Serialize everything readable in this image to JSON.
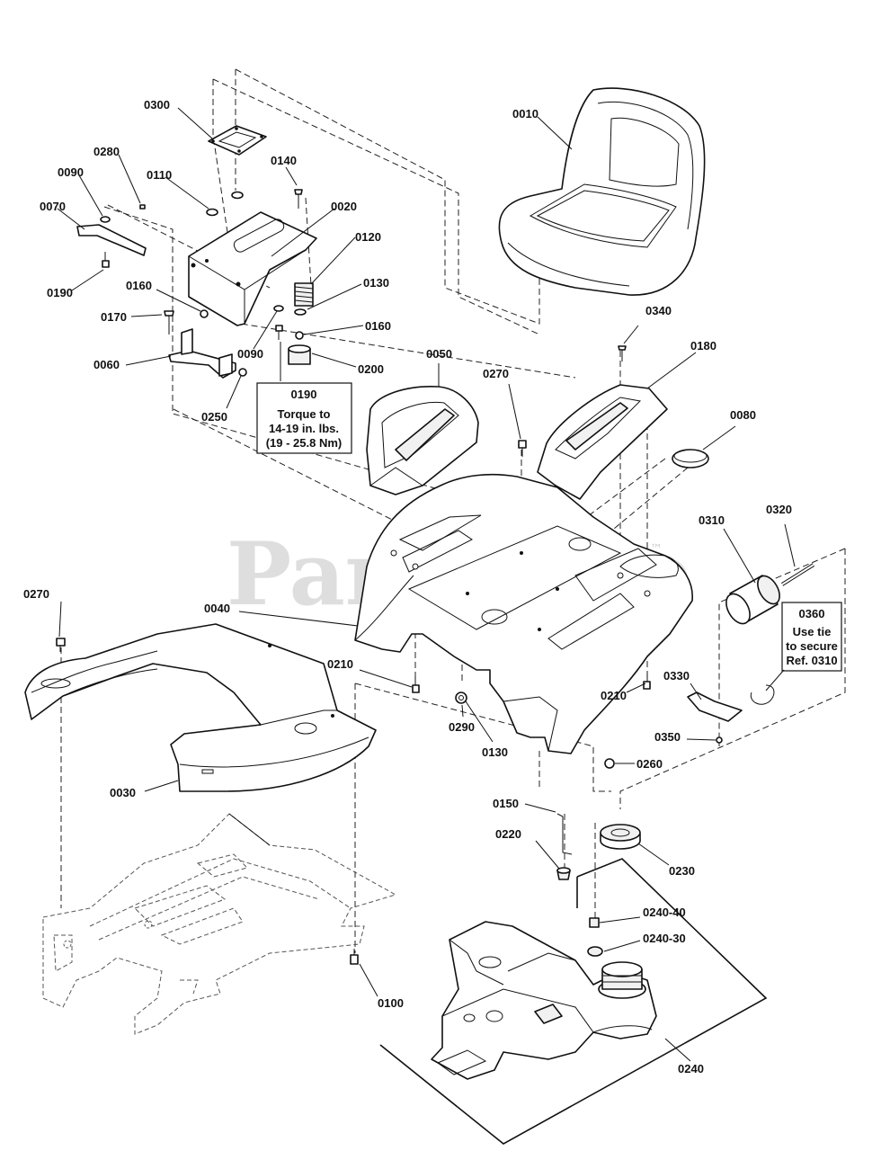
{
  "watermark": {
    "text": "PartsTree",
    "trademark": "™"
  },
  "callouts": {
    "c0010": "0010",
    "c0020": "0020",
    "c0030": "0030",
    "c0040": "0040",
    "c0050": "0050",
    "c0060": "0060",
    "c0070": "0070",
    "c0080": "0080",
    "c0090a": "0090",
    "c0090b": "0090",
    "c0100": "0100",
    "c0110": "0110",
    "c0120": "0120",
    "c0130a": "0130",
    "c0130b": "0130",
    "c0140": "0140",
    "c0150": "0150",
    "c0160a": "0160",
    "c0160b": "0160",
    "c0170": "0170",
    "c0180": "0180",
    "c0190a": "0190",
    "c0190b": "0190",
    "c0200": "0200",
    "c0210a": "0210",
    "c0210b": "0210",
    "c0220": "0220",
    "c0230": "0230",
    "c0240": "0240",
    "c0240_30": "0240-30",
    "c0240_40": "0240-40",
    "c0250": "0250",
    "c0260": "0260",
    "c0270a": "0270",
    "c0270b": "0270",
    "c0280": "0280",
    "c0290": "0290",
    "c0300": "0300",
    "c0310": "0310",
    "c0320": "0320",
    "c0330": "0330",
    "c0340": "0340",
    "c0350": "0350",
    "c0360": "0360"
  },
  "torque_note": {
    "line1": "Torque to",
    "line2": "14-19 in. lbs.",
    "line3": "(19 - 25.8 Nm)"
  },
  "tie_note": {
    "line1": "Use tie",
    "line2": "to secure",
    "line3": "Ref. 0310"
  }
}
